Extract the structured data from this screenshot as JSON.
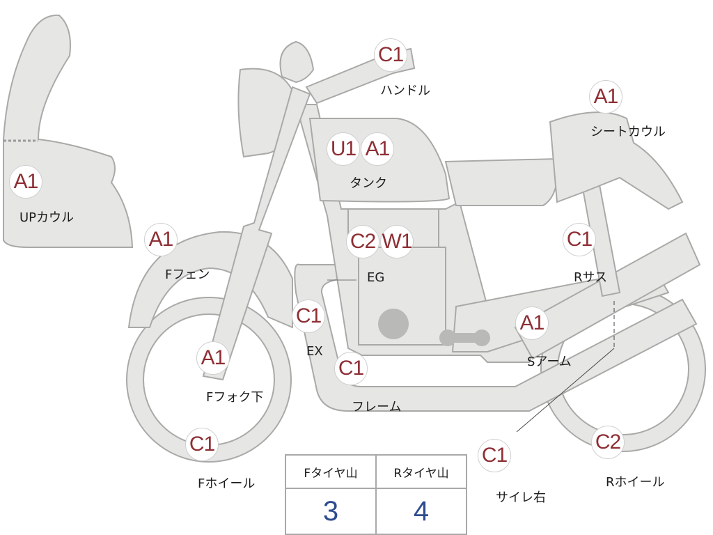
{
  "diagram": {
    "parts": [
      {
        "id": "up-cowl",
        "codes": [
          "A1"
        ],
        "label": "UPカウル"
      },
      {
        "id": "handle",
        "codes": [
          "C1"
        ],
        "label": "ハンドル"
      },
      {
        "id": "tank",
        "codes": [
          "U1",
          "A1"
        ],
        "label": "タンク"
      },
      {
        "id": "seat-cowl",
        "codes": [
          "A1"
        ],
        "label": "シートカウル"
      },
      {
        "id": "f-fender",
        "codes": [
          "A1"
        ],
        "label": "Fフェン"
      },
      {
        "id": "engine",
        "codes": [
          "C2",
          "W1"
        ],
        "label": "EG"
      },
      {
        "id": "r-suspension",
        "codes": [
          "C1"
        ],
        "label": "Rサス"
      },
      {
        "id": "exhaust",
        "codes": [
          "C1"
        ],
        "label": "EX"
      },
      {
        "id": "s-arm",
        "codes": [
          "A1"
        ],
        "label": "Sアーム"
      },
      {
        "id": "f-fork-lower",
        "codes": [
          "A1"
        ],
        "label": "Fフォク下"
      },
      {
        "id": "frame",
        "codes": [
          "C1"
        ],
        "label": "フレーム"
      },
      {
        "id": "f-wheel",
        "codes": [
          "C1"
        ],
        "label": "Fホイール"
      },
      {
        "id": "silencer-right",
        "codes": [
          "C1"
        ],
        "label": "サイレ右"
      },
      {
        "id": "r-wheel",
        "codes": [
          "C2"
        ],
        "label": "Rホイール"
      }
    ],
    "tire_table": {
      "headers": [
        "Fタイヤ山",
        "Rタイヤ山"
      ],
      "values": [
        "3",
        "4"
      ]
    }
  }
}
